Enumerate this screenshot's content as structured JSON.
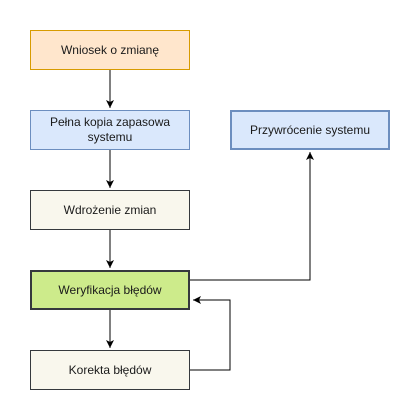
{
  "nodes": {
    "change_request": "Wniosek o zmianę",
    "full_backup": "Pełna kopia zapasowa systemu",
    "implementation": "Wdrożenie zmian",
    "error_verification": "Weryfikacja błędów",
    "error_correction": "Korekta błędów",
    "system_restore": "Przywrócenie systemu"
  },
  "edges": [
    {
      "from": "change_request",
      "to": "full_backup"
    },
    {
      "from": "full_backup",
      "to": "implementation"
    },
    {
      "from": "implementation",
      "to": "error_verification"
    },
    {
      "from": "error_verification",
      "to": "error_correction"
    },
    {
      "from": "error_correction",
      "to": "error_verification"
    },
    {
      "from": "error_verification",
      "to": "system_restore"
    }
  ],
  "colors": {
    "orange_fill": "#ffe6cc",
    "orange_stroke": "#d79b00",
    "blue_fill": "#dae8fc",
    "blue_stroke": "#6c8ebf",
    "beige_fill": "#f9f7ed",
    "green_fill": "#cdeb8b",
    "dark_stroke": "#36393d",
    "edge": "#000000"
  }
}
